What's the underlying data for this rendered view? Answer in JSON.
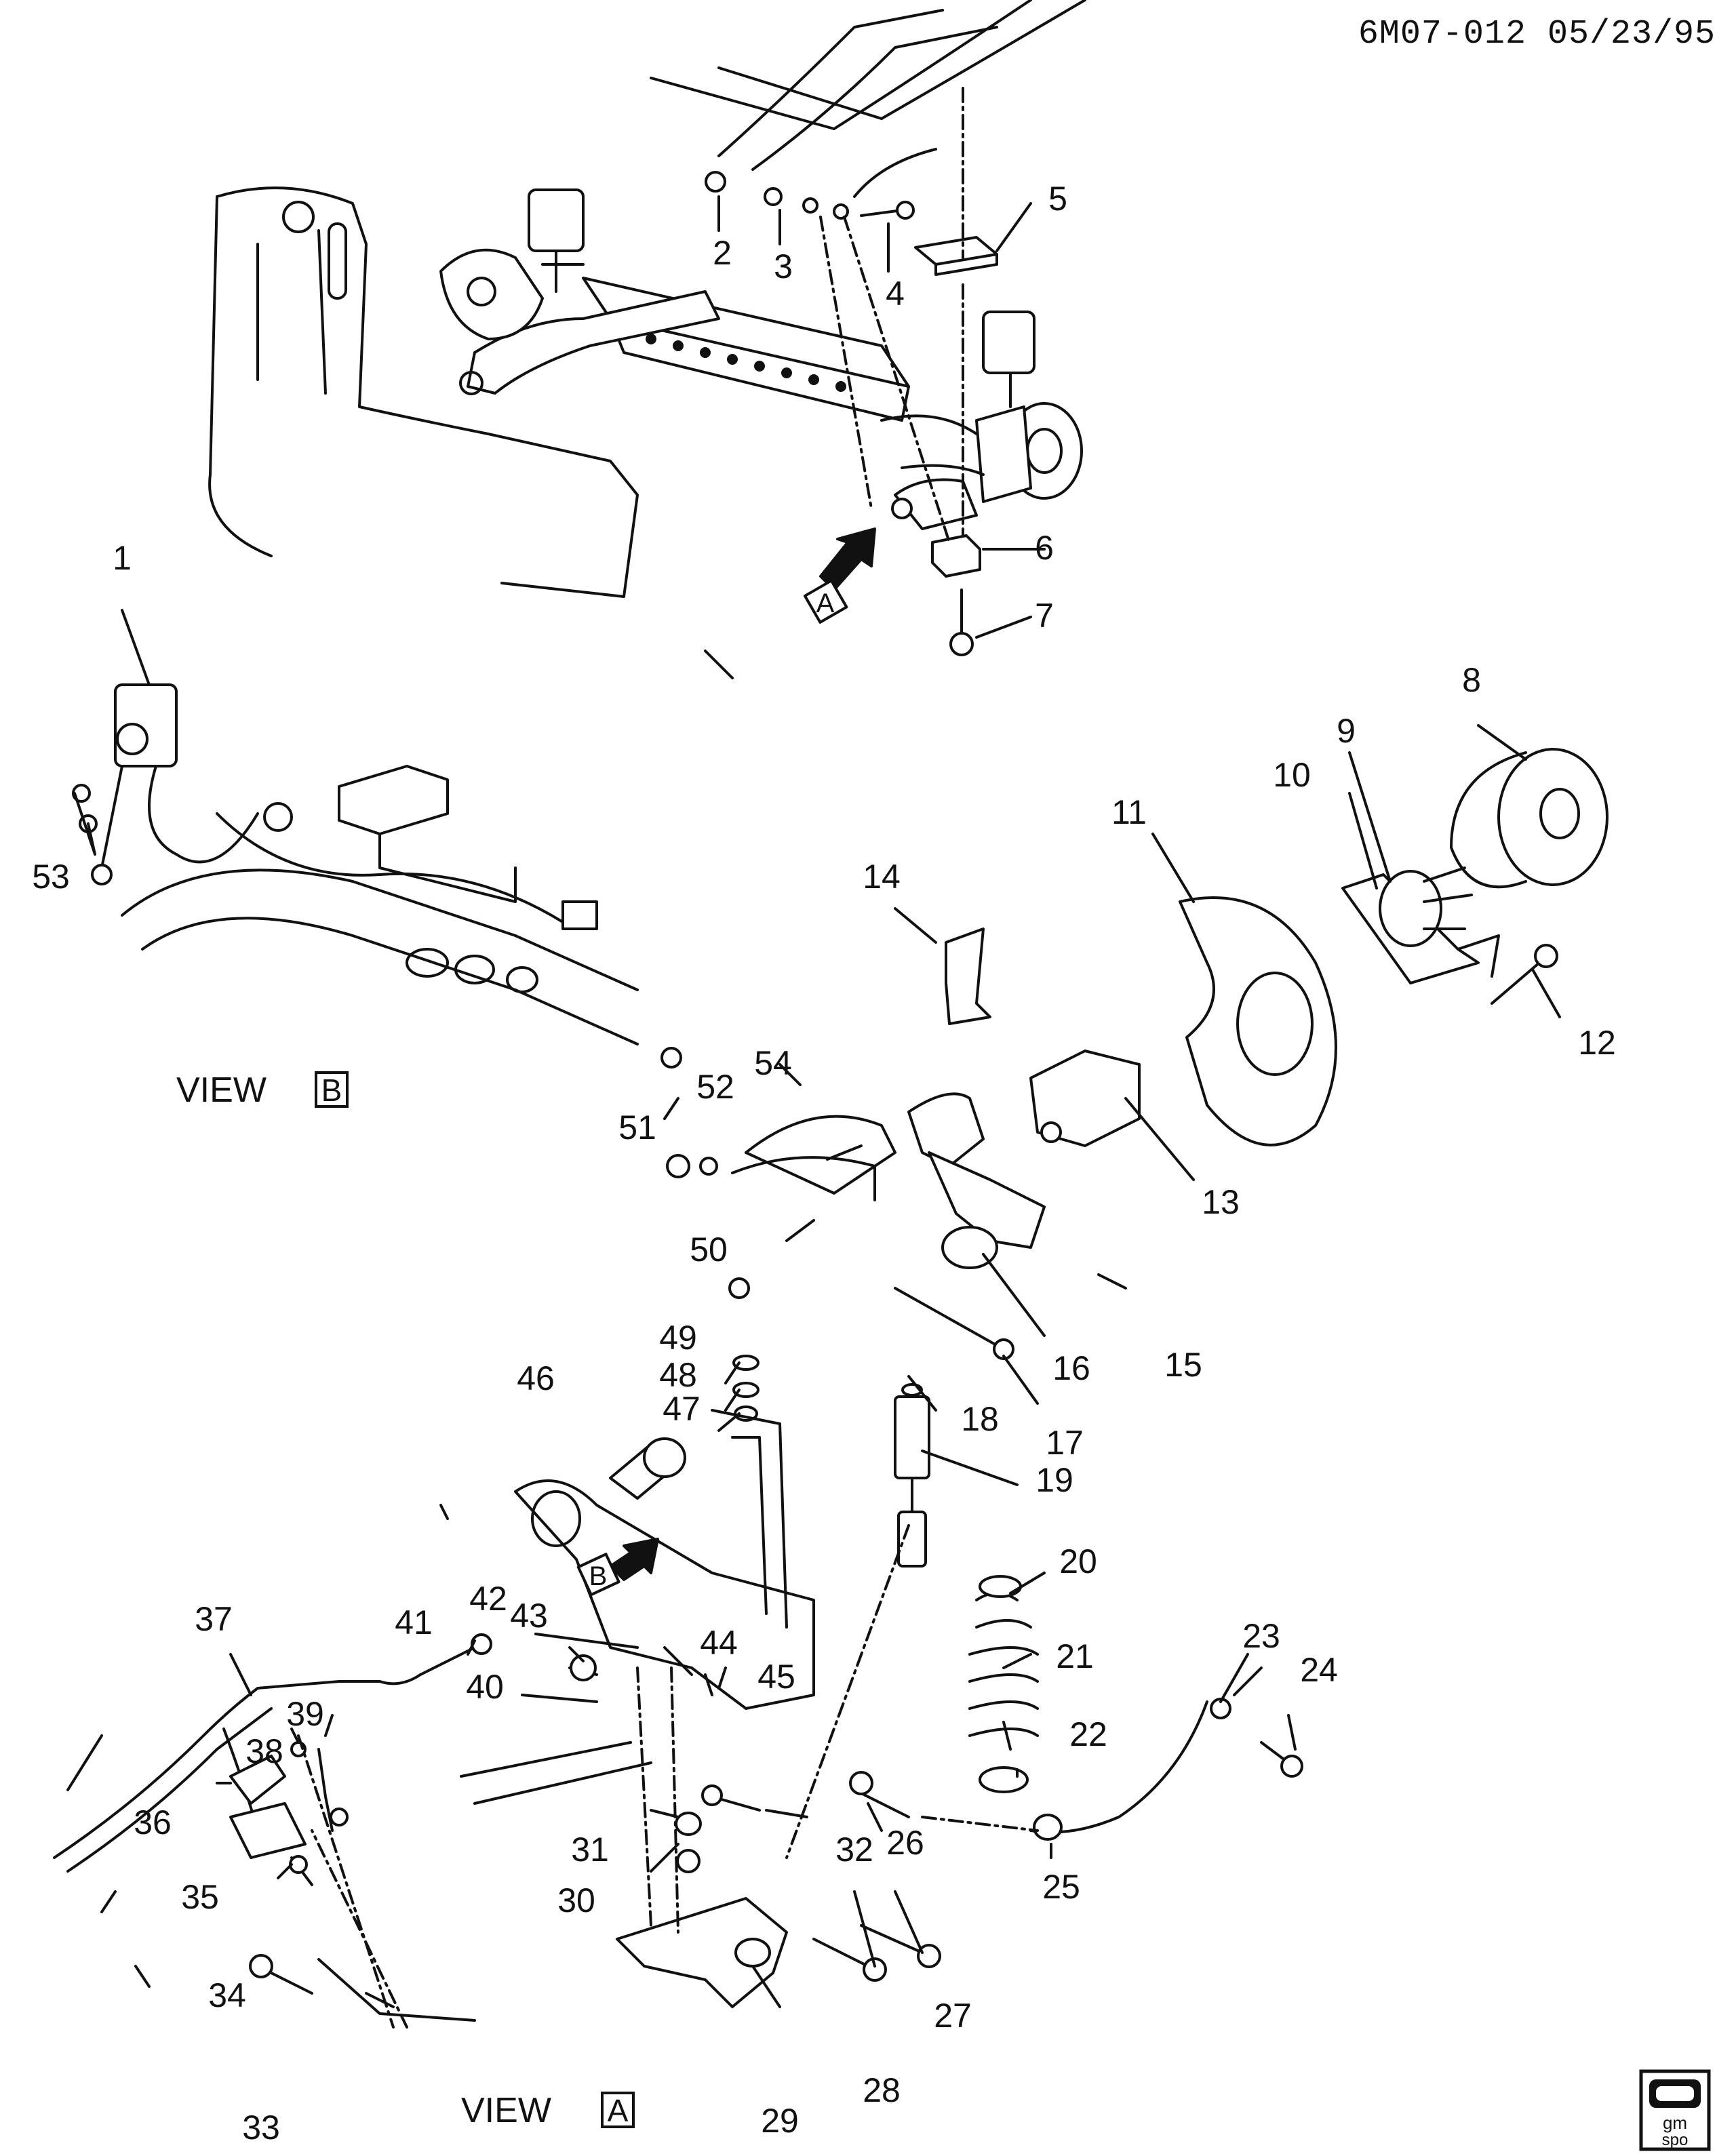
{
  "header": {
    "code": "6M07-012 05/23/95"
  },
  "views": {
    "view_b": {
      "word": "VIEW",
      "letter": "B"
    },
    "view_a": {
      "word": "VIEW",
      "letter": "A"
    }
  },
  "arrows": {
    "a_letter": "A",
    "b_letter": "B"
  },
  "logo": {
    "line1": "gm",
    "line2": "spo"
  },
  "callouts": [
    "1",
    "2",
    "3",
    "4",
    "5",
    "6",
    "7",
    "8",
    "9",
    "10",
    "11",
    "12",
    "13",
    "14",
    "15",
    "16",
    "17",
    "18",
    "19",
    "20",
    "21",
    "22",
    "23",
    "24",
    "25",
    "26",
    "27",
    "28",
    "29",
    "30",
    "31",
    "32",
    "33",
    "34",
    "35",
    "36",
    "37",
    "38",
    "39",
    "40",
    "41",
    "42",
    "43",
    "44",
    "45",
    "46",
    "47",
    "48",
    "49",
    "50",
    "51",
    "52",
    "53",
    "54"
  ]
}
